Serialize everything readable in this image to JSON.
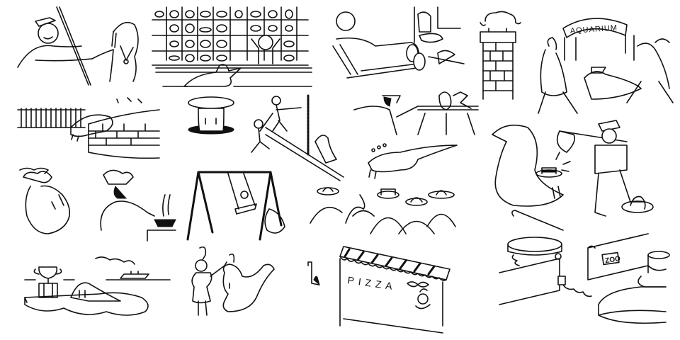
{
  "image": {
    "description": "Collage of black-and-white line-art cartoon vignettes featuring a walrus",
    "background": "#ffffff",
    "ink": "#111111"
  },
  "panels": [
    {
      "id": "medal",
      "caption": "Zookeeper shaking hands with a walrus wearing a medal"
    },
    {
      "id": "hat-shop",
      "caption": "Walrus at a hat shop counter with a wall of hats"
    },
    {
      "id": "sleeping-keeper",
      "caption": "Reclining man; walrus in doorway; cap on floor"
    },
    {
      "id": "elephant-pillar",
      "caption": "Elephant standing atop a brick pillar"
    },
    {
      "id": "aquarium",
      "caption": "People walking out of the aquarium with a walrus in a cap",
      "sign_text": "AQUARIUM"
    },
    {
      "id": "pool",
      "caption": "Walrus climbing out of a brick pool by a fence"
    },
    {
      "id": "manhole-table",
      "caption": "Walrus under a round table in a manhole"
    },
    {
      "id": "slide",
      "caption": "Workers on a ramp next to a chain; walrus in helmet"
    },
    {
      "id": "ice-rink",
      "caption": "Guard watching a skater and a walrus on ice"
    },
    {
      "id": "swimming",
      "caption": "Walrus swimming underwater with bubbles"
    },
    {
      "id": "crowd",
      "caption": "Crowd of people in hats seen from behind"
    },
    {
      "id": "net-chase",
      "caption": "Keeper with butterfly net chasing a walrus in a boater hat"
    },
    {
      "id": "chef",
      "caption": "Walrus in chef hat; chef cooking in a pan"
    },
    {
      "id": "swing",
      "caption": "Swing set with child and walrus"
    },
    {
      "id": "trophy",
      "caption": "Walrus on ice floe with trophy; ship in distance"
    },
    {
      "id": "dancer",
      "caption": "Dancer with feather headdress and walrus"
    },
    {
      "id": "pizza",
      "caption": "Pizza shop with striped awning",
      "sign_text": "PIZZA"
    },
    {
      "id": "zoo-fountain",
      "caption": "Fountain with ZOO sign and walrus",
      "sign_text": "ZOO"
    }
  ]
}
